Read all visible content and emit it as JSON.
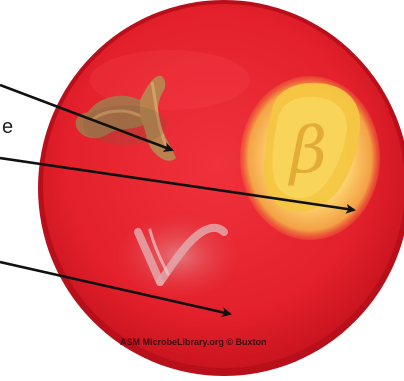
{
  "image": {
    "subject": "blood agar plate with three streaks showing alpha, beta and gamma hemolysis",
    "edge_fragment": "e",
    "watermark": "ASM MicrobeLibrary.org © Buxton",
    "colors": {
      "page_background": "#ffffff",
      "agar_red": "#e8222f",
      "agar_rim": "#c9131f",
      "alpha_colony": "#b07a4a",
      "beta_zone": "#f7c93a",
      "beta_glow": "#fff2a6",
      "gamma_colony": "#d98a8e",
      "arrow": "#111111",
      "watermark_text": "#3a0c10"
    },
    "streak_marks": [
      "α",
      "β",
      "γ"
    ]
  }
}
